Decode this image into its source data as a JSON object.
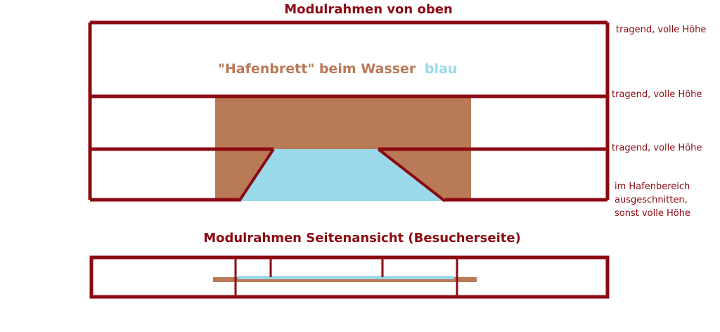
{
  "colors": {
    "frame": "#8b0a12",
    "harbor_board": "#b97a57",
    "water": "#99d9ea",
    "text": "#8b0a12"
  },
  "top_view": {
    "title": "Modulrahmen  von oben",
    "board_label_prefix": "\"Hafenbrett\" beim Wasser",
    "board_label_water": "blau",
    "beam_notes": [
      "tragend, volle Höhe",
      "tragend, volle Höhe",
      "tragend, volle Höhe"
    ],
    "cutout_note": [
      "im Hafenbereich",
      "ausgeschnitten,",
      "sonst volle Höhe"
    ]
  },
  "side_view": {
    "title": "Modulrahmen Seitenansicht (Besucherseite)"
  }
}
